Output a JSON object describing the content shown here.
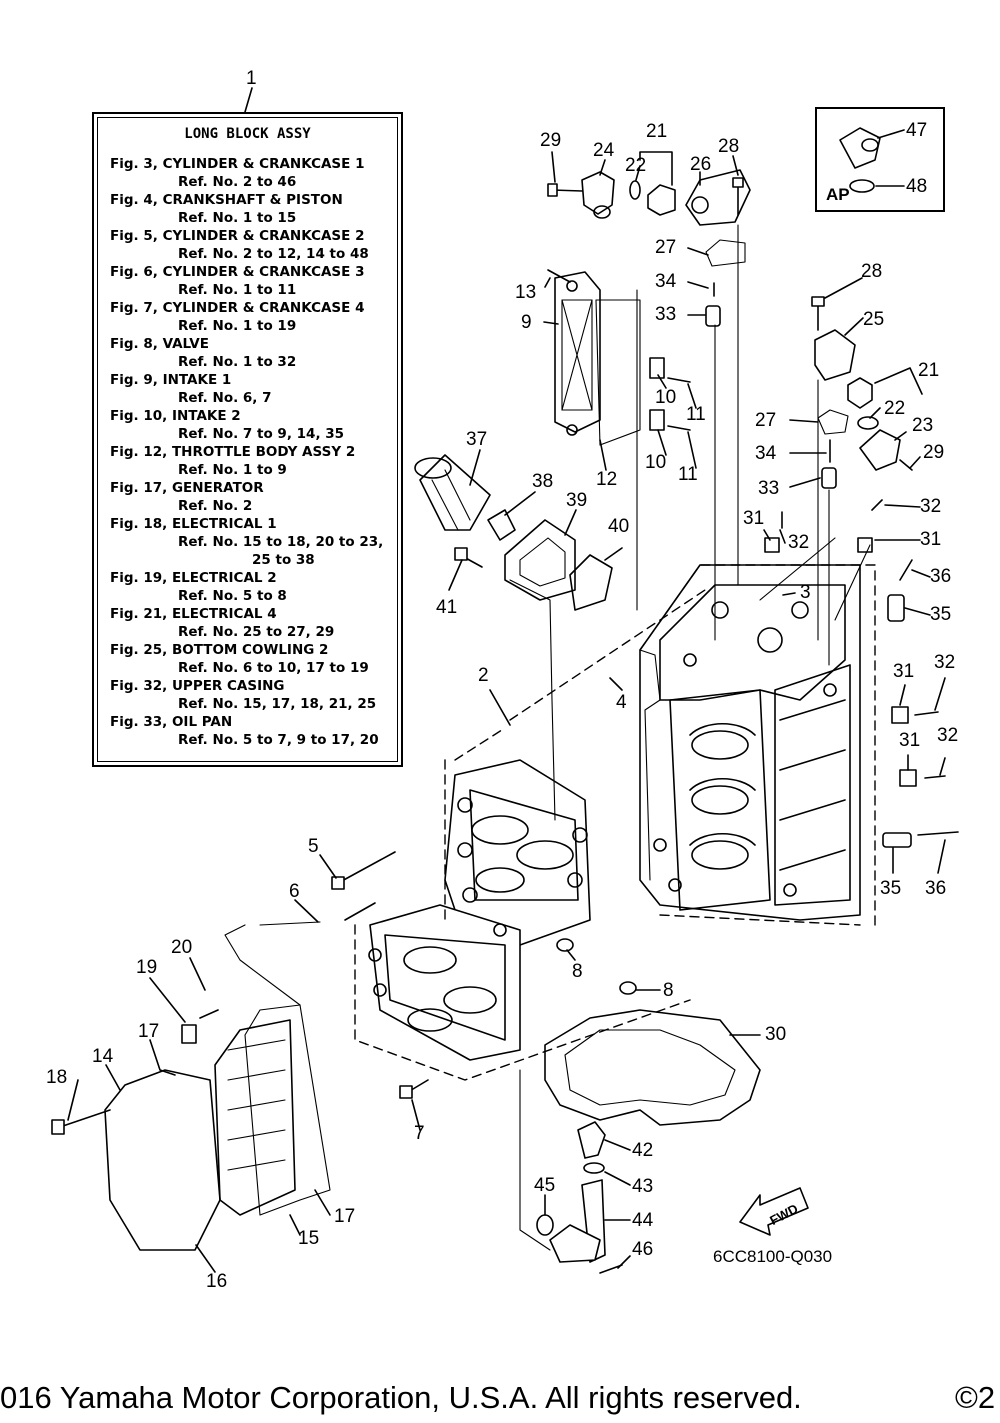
{
  "spec_box": {
    "title": "LONG  BLOCK ASSY",
    "lines": [
      "Fig. 3, CYLINDER & CRANKCASE 1",
      "Ref. No. 2 to 46",
      "Fig. 4, CRANKSHAFT & PISTON",
      "Ref. No. 1 to 15",
      "Fig. 5, CYLINDER & CRANKCASE 2",
      "Ref. No. 2 to 12, 14 to 48",
      "Fig. 6, CYLINDER & CRANKCASE 3",
      "Ref. No. 1 to 11",
      "Fig. 7, CYLINDER & CRANKCASE 4",
      "Ref. No. 1 to 19",
      "Fig. 8, VALVE",
      "Ref. No. 1 to 32",
      "Fig. 9, INTAKE 1",
      "Ref. No. 6, 7",
      "Fig. 10, INTAKE 2",
      "Ref. No. 7 to 9, 14, 35",
      "Fig. 12, THROTTLE BODY ASSY 2",
      "Ref. No. 1 to 9",
      "Fig. 17, GENERATOR",
      "Ref. No. 2",
      "Fig. 18, ELECTRICAL 1",
      "Ref. No. 15 to 18, 20 to 23,",
      "25 to 38",
      "Fig. 19, ELECTRICAL 2",
      "Ref. No. 5 to 8",
      "Fig. 21, ELECTRICAL 4",
      "Ref. No. 25 to 27, 29",
      "Fig. 25, BOTTOM COWLING 2",
      "Ref. No. 6 to 10, 17 to 19",
      "Fig. 32, UPPER CASING",
      "Ref. No. 15, 17, 18, 21, 25",
      "Fig. 33, OIL PAN",
      "Ref. No. 5 to 7, 9 to 17, 20"
    ]
  },
  "ap_box": {
    "label": "AP"
  },
  "callouts": [
    "1",
    "29",
    "24",
    "22",
    "21",
    "26",
    "28",
    "27",
    "34",
    "33",
    "13",
    "9",
    "10",
    "11",
    "10",
    "11",
    "12",
    "28",
    "25",
    "21",
    "22",
    "27",
    "23",
    "34",
    "29",
    "33",
    "32",
    "31",
    "32",
    "31",
    "36",
    "3",
    "35",
    "37",
    "38",
    "39",
    "40",
    "41",
    "2",
    "4",
    "31",
    "32",
    "31",
    "32",
    "35",
    "36",
    "5",
    "6",
    "8",
    "8",
    "20",
    "19",
    "17",
    "18",
    "14",
    "30",
    "7",
    "42",
    "43",
    "45",
    "44",
    "17",
    "15",
    "46",
    "16",
    "47",
    "48"
  ],
  "fwd_label": "FWD",
  "diagram_code": "6CC8100-Q030",
  "footer": {
    "copyright": "016 Yamaha Motor Corporation, U.S.A. All rights reserved.",
    "symbol": "©2"
  }
}
